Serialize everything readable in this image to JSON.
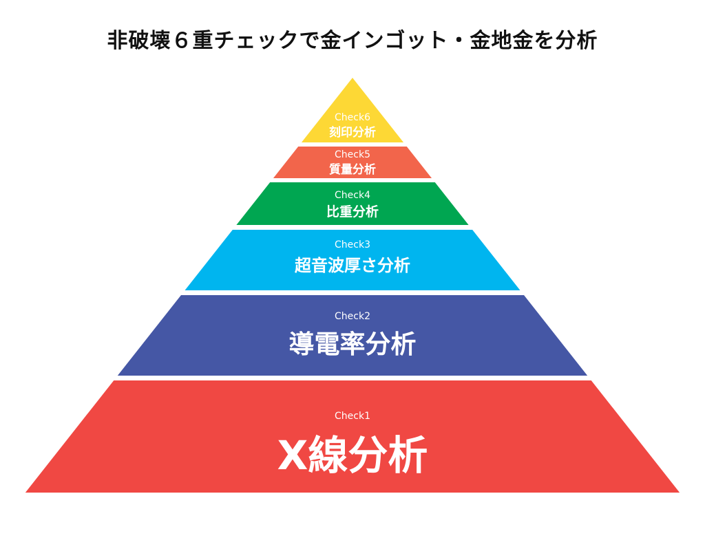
{
  "title": "非破壊６重チェックで金インゴット・金地金を分析",
  "layers": [
    {
      "check": "Check6",
      "name": "刻印分析",
      "color": "#FDD835"
    },
    {
      "check": "Check5",
      "name": "質量分析",
      "color": "#F2654B"
    },
    {
      "check": "Check4",
      "name": "比重分析",
      "color": "#00A651"
    },
    {
      "check": "Check3",
      "name": "超音波厚さ分析",
      "color": "#00B5EF"
    },
    {
      "check": "Check2",
      "name": "導電率分析",
      "color": "#4557A5"
    },
    {
      "check": "Check1",
      "name": "X線分析",
      "color": "#F04843"
    }
  ]
}
